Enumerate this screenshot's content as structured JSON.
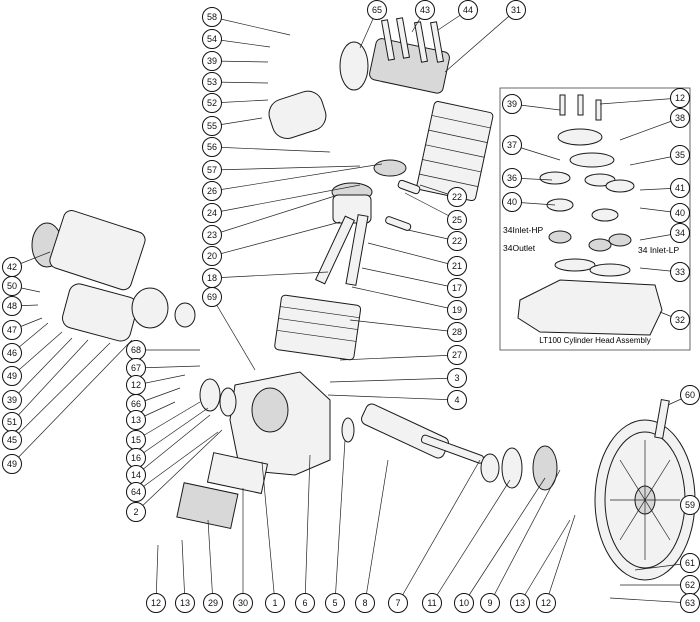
{
  "diagram": {
    "callouts": [
      {
        "id": "58"
      },
      {
        "id": "54"
      },
      {
        "id": "39"
      },
      {
        "id": "53"
      },
      {
        "id": "52"
      },
      {
        "id": "55"
      },
      {
        "id": "56"
      },
      {
        "id": "57"
      },
      {
        "id": "26"
      },
      {
        "id": "24"
      },
      {
        "id": "23"
      },
      {
        "id": "20"
      },
      {
        "id": "18"
      },
      {
        "id": "65"
      },
      {
        "id": "43"
      },
      {
        "id": "44"
      },
      {
        "id": "31"
      },
      {
        "id": "22"
      },
      {
        "id": "25"
      },
      {
        "id": "22"
      },
      {
        "id": "21"
      },
      {
        "id": "17"
      },
      {
        "id": "19"
      },
      {
        "id": "28"
      },
      {
        "id": "27"
      },
      {
        "id": "3"
      },
      {
        "id": "4"
      },
      {
        "id": "42"
      },
      {
        "id": "50"
      },
      {
        "id": "48"
      },
      {
        "id": "47"
      },
      {
        "id": "46"
      },
      {
        "id": "49"
      },
      {
        "id": "39"
      },
      {
        "id": "51"
      },
      {
        "id": "45"
      },
      {
        "id": "49"
      },
      {
        "id": "69"
      },
      {
        "id": "68"
      },
      {
        "id": "67"
      },
      {
        "id": "12"
      },
      {
        "id": "66"
      },
      {
        "id": "13"
      },
      {
        "id": "15"
      },
      {
        "id": "16"
      },
      {
        "id": "14"
      },
      {
        "id": "64"
      },
      {
        "id": "2"
      },
      {
        "id": "60"
      },
      {
        "id": "59"
      },
      {
        "id": "61"
      },
      {
        "id": "62"
      },
      {
        "id": "63"
      },
      {
        "id": "12"
      },
      {
        "id": "13"
      },
      {
        "id": "29"
      },
      {
        "id": "30"
      },
      {
        "id": "1"
      },
      {
        "id": "6"
      },
      {
        "id": "5"
      },
      {
        "id": "8"
      },
      {
        "id": "7"
      },
      {
        "id": "11"
      },
      {
        "id": "10"
      },
      {
        "id": "9"
      },
      {
        "id": "13"
      },
      {
        "id": "12"
      }
    ],
    "inset": {
      "title": "LT100 Cylinder Head Assembly",
      "callouts": [
        {
          "id": "39"
        },
        {
          "id": "12"
        },
        {
          "id": "38"
        },
        {
          "id": "37"
        },
        {
          "id": "35"
        },
        {
          "id": "36"
        },
        {
          "id": "41"
        },
        {
          "id": "40"
        },
        {
          "id": "40"
        },
        {
          "id": "34"
        },
        {
          "id": "33"
        },
        {
          "id": "32"
        }
      ],
      "labels": {
        "inlet_hp": "34Inlet-HP",
        "outlet": "34Outlet",
        "inlet_lp": "34 Inlet-LP"
      }
    }
  }
}
